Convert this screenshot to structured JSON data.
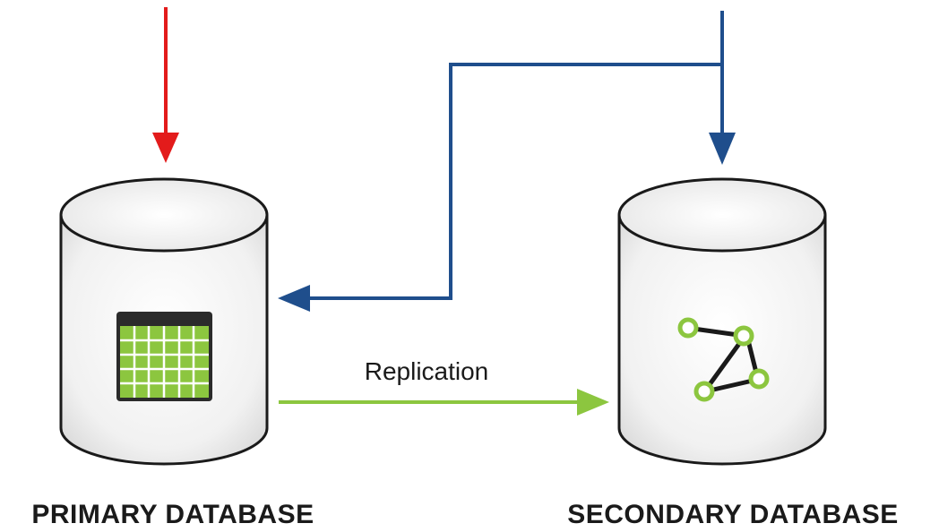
{
  "nodes": {
    "primary": {
      "label": "PRIMARY DATABASE",
      "icon": "table-grid-icon"
    },
    "secondary": {
      "label": "SECONDARY DATABASE",
      "icon": "graph-nodes-icon"
    }
  },
  "edges": {
    "replication": {
      "label": "Replication",
      "color": "#8cc63f"
    },
    "primary_input": {
      "color": "#e31b1b"
    },
    "secondary_input": {
      "color": "#1f4e8c"
    }
  },
  "colors": {
    "cylinder_stroke": "#1a1a1a",
    "cylinder_fill": "#f4f4f4",
    "grid_green": "#8cc63f",
    "grid_header": "#2b2b2b"
  }
}
